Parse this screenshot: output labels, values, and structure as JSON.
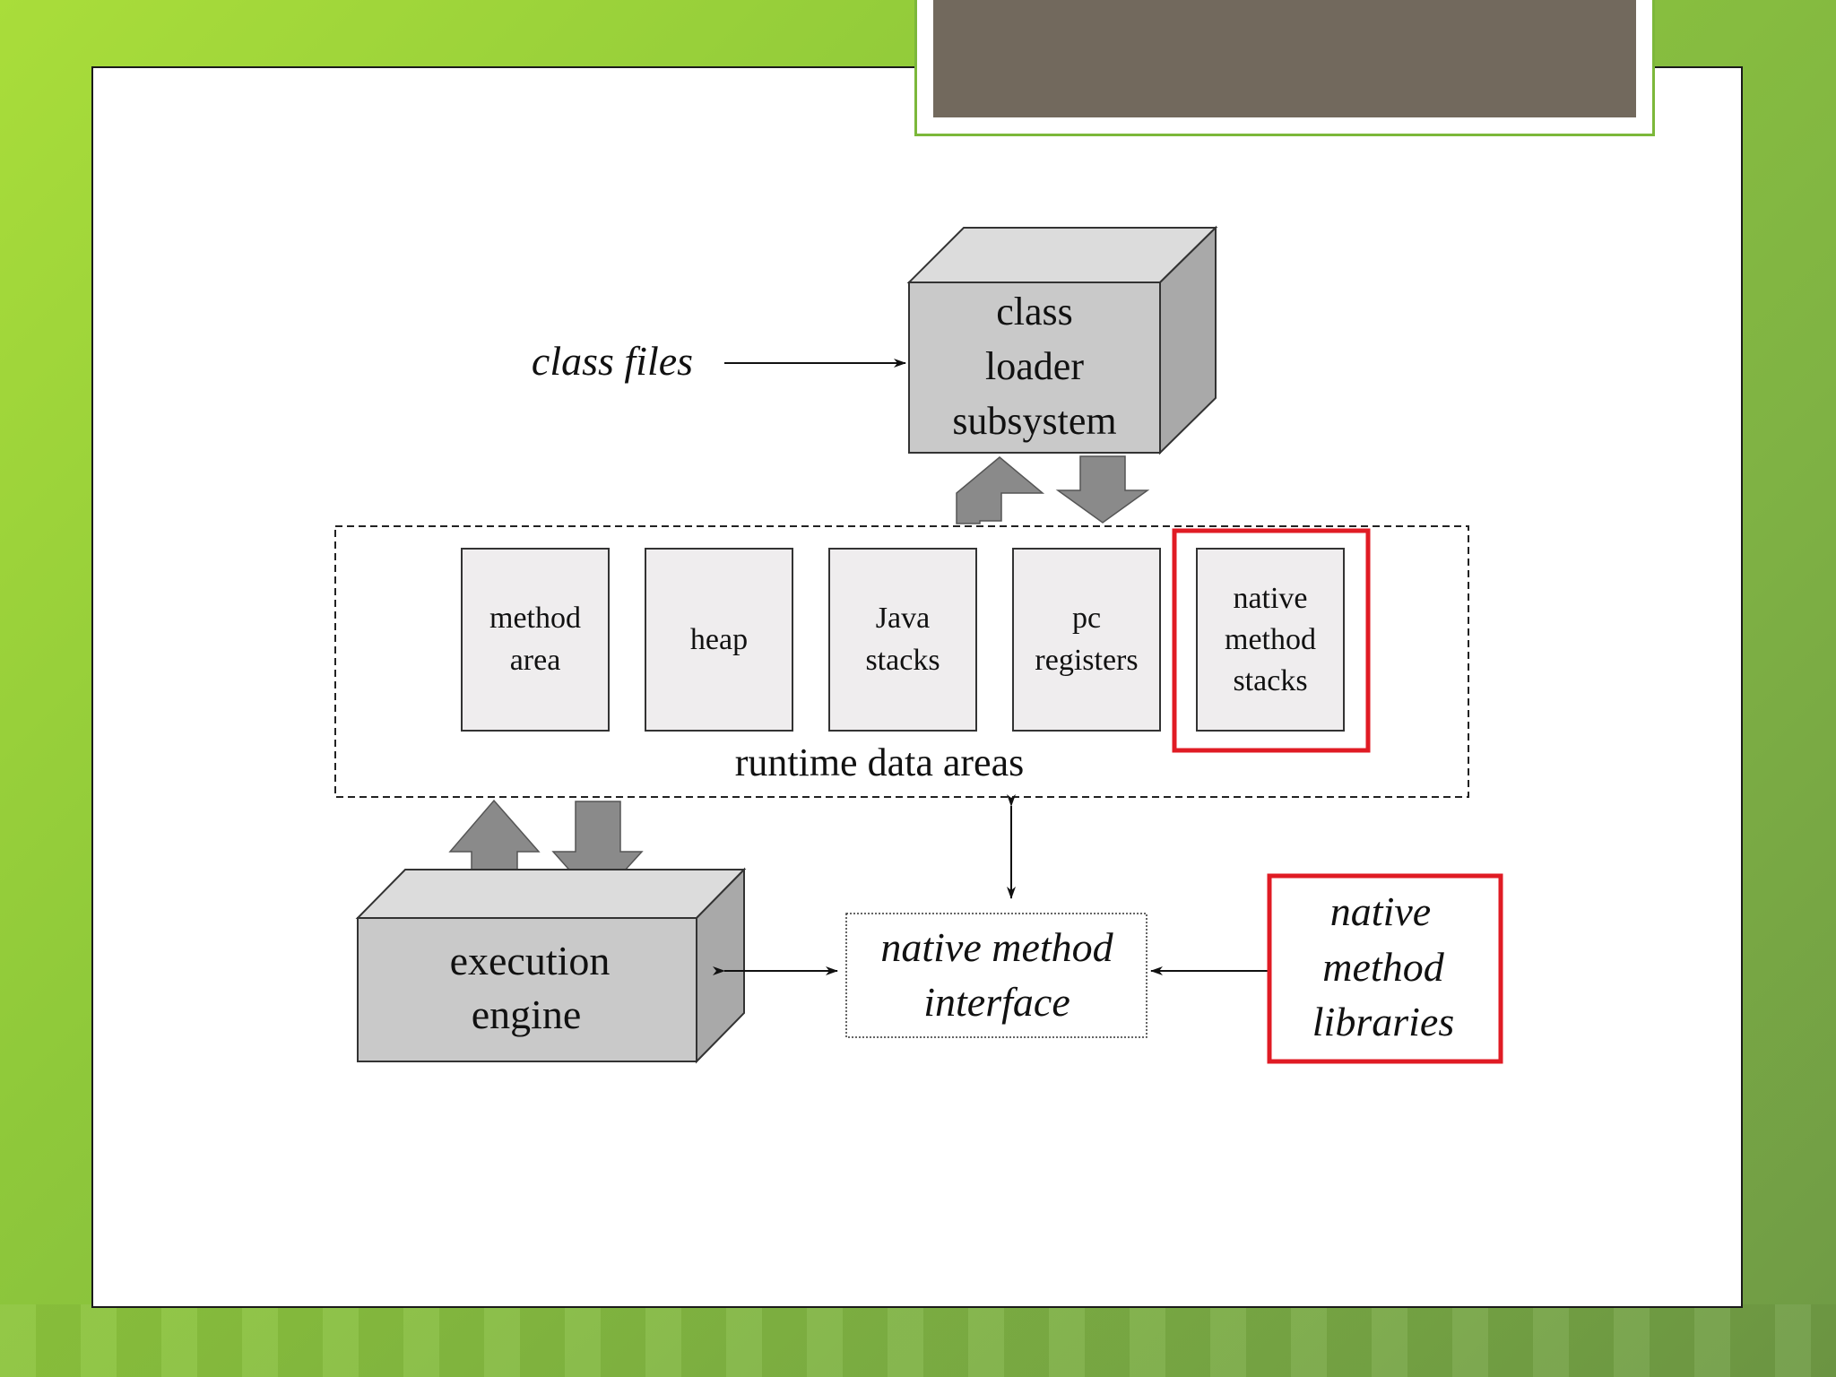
{
  "diagram": {
    "class_files_label": "class files",
    "class_loader": [
      "class",
      "loader",
      "subsystem"
    ],
    "runtime_data_areas_label": "runtime data areas",
    "areas": [
      [
        "method",
        "area"
      ],
      [
        "heap"
      ],
      [
        "Java",
        "stacks"
      ],
      [
        "pc",
        "registers"
      ],
      [
        "native",
        "method",
        "stacks"
      ]
    ],
    "execution_engine": [
      "execution",
      "engine"
    ],
    "native_method_interface": [
      "native method",
      "interface"
    ],
    "native_method_libraries": [
      "native",
      "method",
      "libraries"
    ],
    "colors": {
      "box_fill": "#c9c9c9",
      "box_top": "#dcdcdc",
      "box_side": "#a9a9a9",
      "area_fill": "#efedee",
      "arrow_fill": "#8a8a8a",
      "highlight": "#e01b24",
      "title_fill": "#72695d",
      "accent_green": "#7cb83a"
    }
  }
}
